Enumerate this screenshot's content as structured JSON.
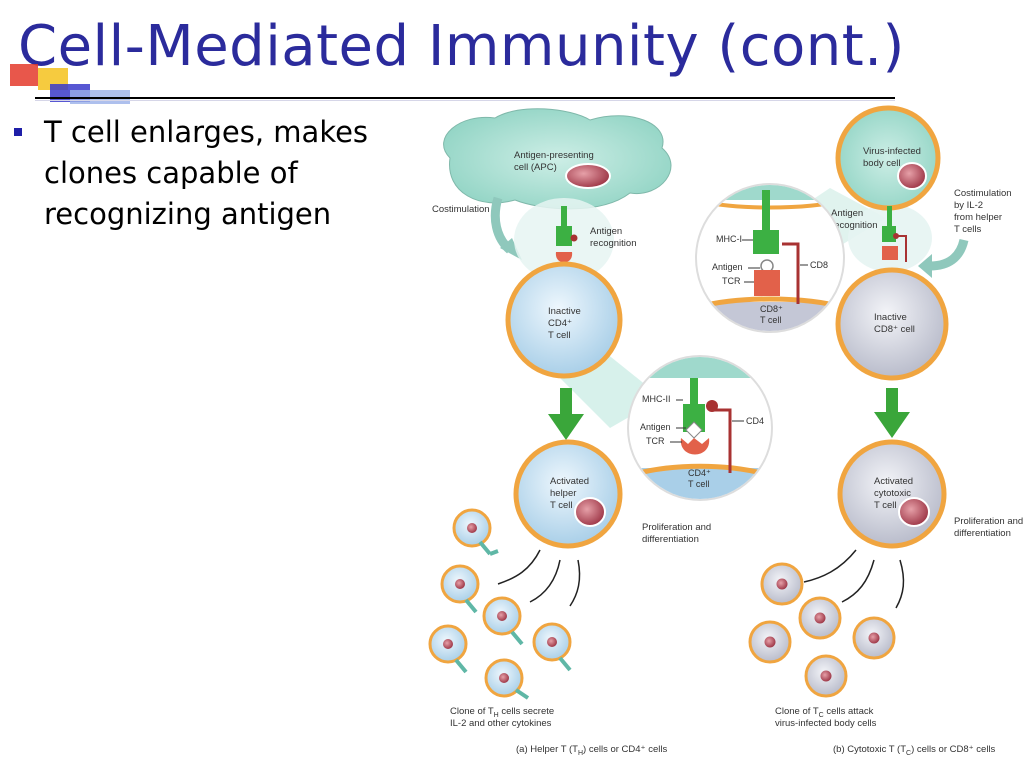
{
  "slide": {
    "title": "Cell-Mediated Immunity (cont.)",
    "bullets": [
      "T cell enlarges, makes clones capable of recognizing antigen"
    ]
  },
  "colors": {
    "title": "#2b2b9c",
    "bullet": "#1f1fa8",
    "apc": "#9fd9cc",
    "cell_border": "#f0a540",
    "helper_cell": "#cfe6f5",
    "cytotoxic_cell": "#d9dbe5",
    "arrow_green": "#3aa63a",
    "receptor_green": "#3cb043",
    "receptor_red": "#a83232"
  },
  "diagram": {
    "helper": {
      "apc_label": [
        "Antigen-presenting",
        "cell (APC)"
      ],
      "costimulation": "Costimulation",
      "antigen_recognition": [
        "Antigen",
        "recognition"
      ],
      "inactive_cell": [
        "Inactive",
        "CD4⁺",
        "T cell"
      ],
      "zoom": {
        "mhc": "MHC-II",
        "antigen": "Antigen",
        "tcr": "TCR",
        "coreceptor": "CD4",
        "cell": [
          "CD4⁺",
          "T cell"
        ]
      },
      "activated_cell": [
        "Activated",
        "helper",
        "T cell"
      ],
      "proliferation": [
        "Proliferation and",
        "differentiation"
      ],
      "clone_caption": [
        "Clone of T",
        "H",
        " cells secrete",
        "IL-2 and other cytokines"
      ],
      "panel_caption": [
        "(a) Helper T (T",
        "H",
        ") cells or CD4⁺ cells"
      ]
    },
    "cytotoxic": {
      "target_label": [
        "Virus-infected",
        "body cell"
      ],
      "costimulation": [
        "Costimulation",
        "by IL-2",
        "from helper",
        "T cells"
      ],
      "antigen_recognition": [
        "Antigen",
        "recognition"
      ],
      "zoom": {
        "mhc": "MHC-I",
        "antigen": "Antigen",
        "tcr": "TCR",
        "coreceptor": "CD8",
        "cell": [
          "CD8⁺",
          "T cell"
        ]
      },
      "inactive_cell": [
        "Inactive",
        "CD8⁺ cell"
      ],
      "activated_cell": [
        "Activated",
        "cytotoxic",
        "T cell"
      ],
      "proliferation": [
        "Proliferation and",
        "differentiation"
      ],
      "clone_caption": [
        "Clone of T",
        "C",
        " cells attack",
        "virus-infected body cells"
      ],
      "panel_caption": [
        "(b) Cytotoxic T (T",
        "C",
        ") cells or CD8⁺ cells"
      ]
    }
  }
}
